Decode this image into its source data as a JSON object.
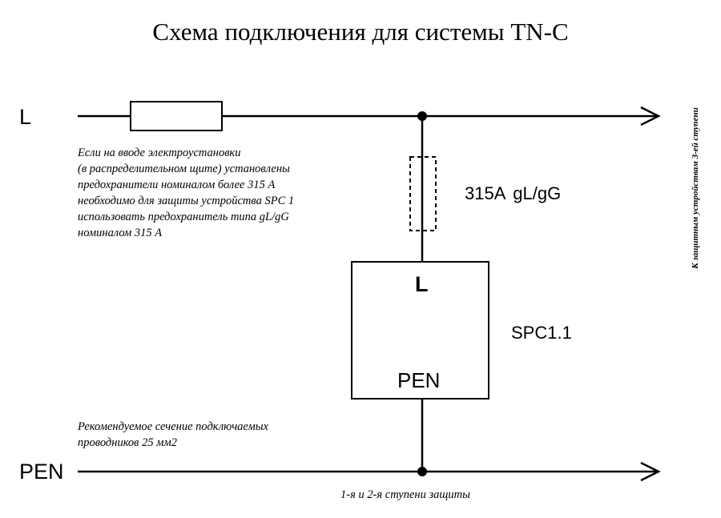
{
  "title": "Схема подключения для системы TN-C",
  "lines": {
    "l_label": "L",
    "pen_label": "PEN"
  },
  "fuse": {
    "rating": "315A",
    "type": "gL/gG"
  },
  "device": {
    "name": "SPC1.1",
    "terminal_top": "L",
    "terminal_bottom": "PEN"
  },
  "notes": {
    "fuse_note": [
      "Если на вводе электроустановки",
      "(в распределительном щите) установлены",
      "предохранители номиналом более 315 А",
      "необходимо для защиты устройства SPC 1",
      "использовать предохранитель типа gL/gG",
      "номиналом 315 А"
    ],
    "section_note": [
      "Рекомендуемое сечение подключаемых",
      "проводников 25 мм2"
    ],
    "stage_note": "1-я и 2-я  ступени защиты",
    "side_note": "К защитным устройствам 3-ей ступени"
  }
}
